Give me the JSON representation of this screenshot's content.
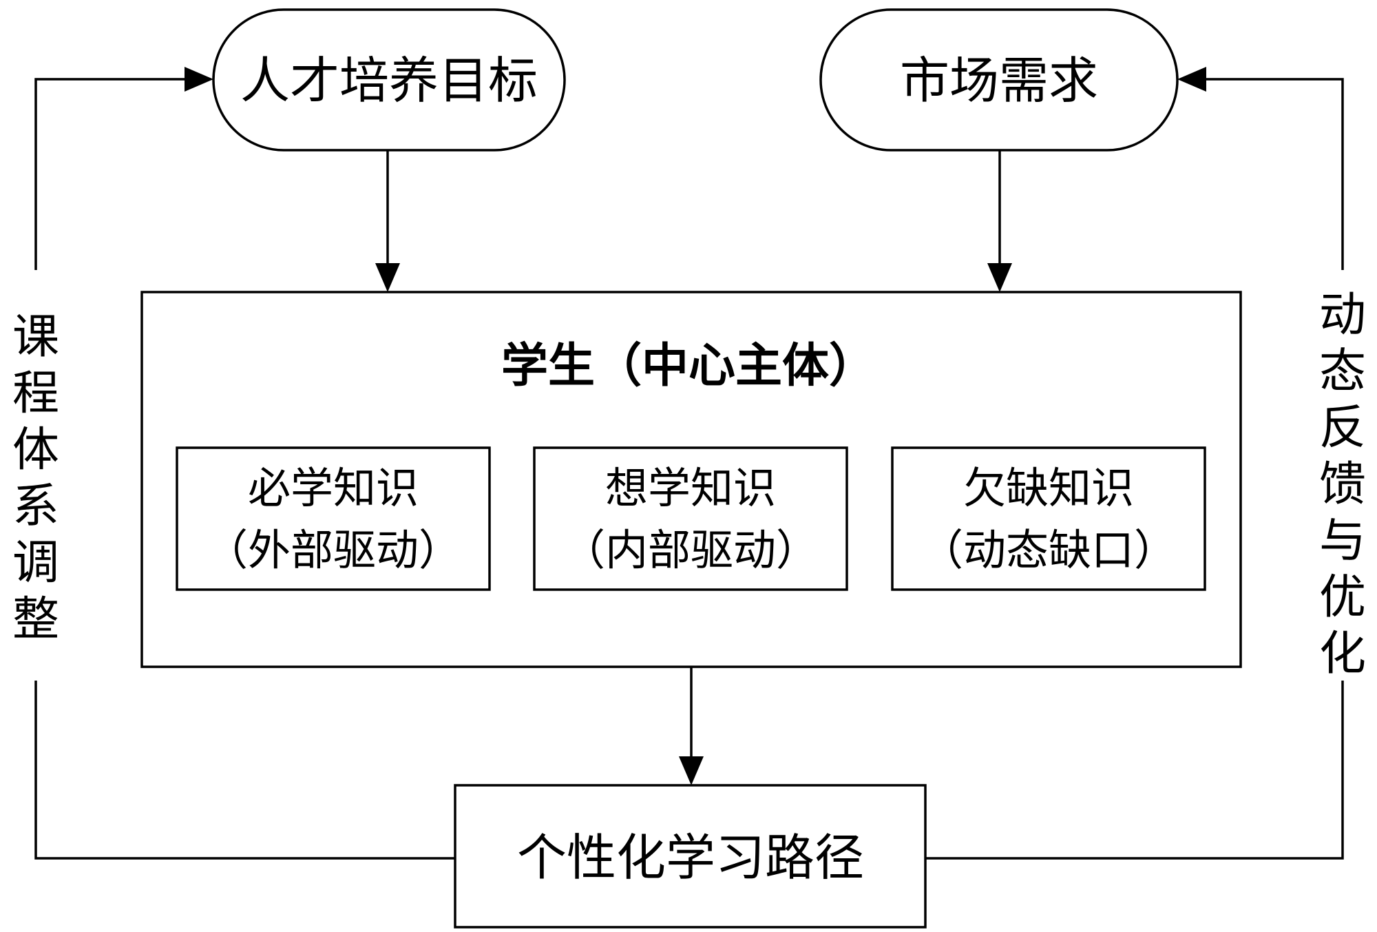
{
  "nodes": {
    "talent_goal": "人才培养目标",
    "market_demand": "市场需求",
    "student_center": "学生（中心主体）",
    "required_knowledge": {
      "line1": "必学知识",
      "line2": "（外部驱动）"
    },
    "desired_knowledge": {
      "line1": "想学知识",
      "line2": "（内部驱动）"
    },
    "missing_knowledge": {
      "line1": "欠缺知识",
      "line2": "（动态缺口）"
    },
    "learning_path": "个性化学习路径"
  },
  "side_labels": {
    "left": [
      "课",
      "程",
      "体",
      "系",
      "调",
      "整"
    ],
    "right": [
      "动",
      "态",
      "反",
      "馈",
      "与",
      "优",
      "化"
    ]
  },
  "colors": {
    "stroke": "#000000",
    "background": "#ffffff"
  }
}
